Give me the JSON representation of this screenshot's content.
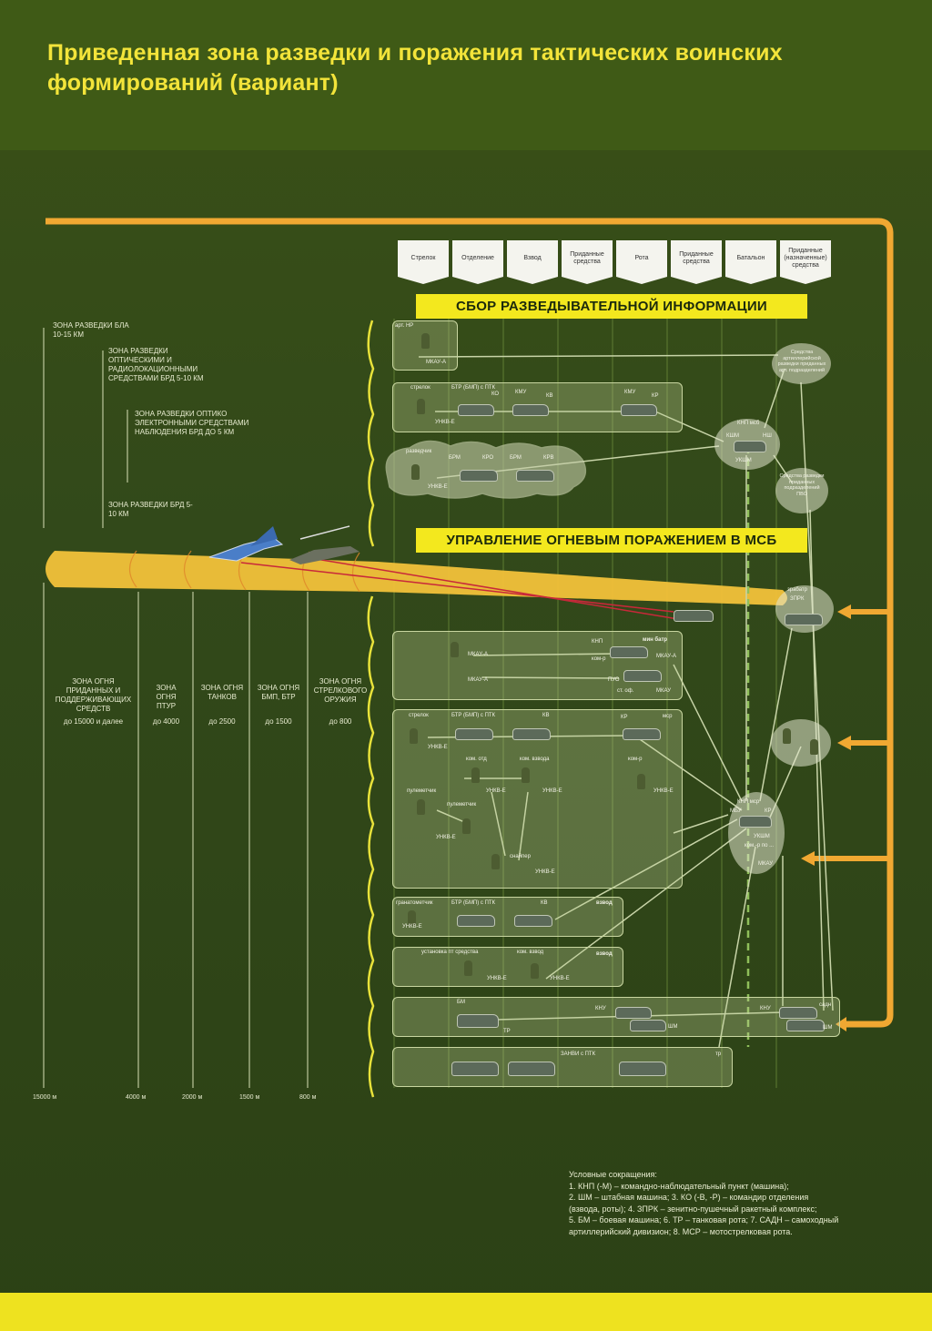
{
  "title": "Приведенная зона разведки и поражения тактических воинских формирований (вариант)",
  "column_headers": [
    "Стрелок",
    "Отделение",
    "Взвод",
    "Приданные средства",
    "Рота",
    "Приданные средства",
    "Батальон",
    "Приданные (назначенные) средства"
  ],
  "banners": {
    "recon": "СБОР РАЗВЕДЫВАТЕЛЬНОЙ ИНФОРМАЦИИ",
    "fire": "УПРАВЛЕНИЕ ОГНЕВЫМ ПОРАЖЕНИЕМ В МСБ"
  },
  "recon_zones": [
    {
      "title": "ЗОНА РАЗВЕДКИ БЛА 10-15 км"
    },
    {
      "title": "ЗОНА РАЗВЕДКИ ОПТИЧЕСКИМИ И РАДИОЛОКАЦИОННЫМИ СРЕДСТВАМИ БРД 5-10 км"
    },
    {
      "title": "ЗОНА РАЗВЕДКИ ОПТИКО ЭЛЕКТРОННЫМИ СРЕДСТВАМИ НАБЛЮДЕНИЯ БРД до 5 км"
    },
    {
      "title": "ЗОНА РАЗВЕДКИ БРД 5-10 км"
    }
  ],
  "fire_zones": [
    {
      "title": "ЗОНА ОГНЯ ПРИДАННЫХ И ПОДДЕРЖИВАЮЩИХ СРЕДСТВ",
      "range": "до 15000 и далее"
    },
    {
      "title": "ЗОНА ОГНЯ ПТУР",
      "range": "до 4000"
    },
    {
      "title": "ЗОНА ОГНЯ ТАНКОВ",
      "range": "до 2500"
    },
    {
      "title": "ЗОНА ОГНЯ БМП, БТР",
      "range": "до 1500"
    },
    {
      "title": "ЗОНА ОГНЯ СТРЕЛКОВОГО ОРУЖИЯ",
      "range": "до 800"
    }
  ],
  "distances": [
    "15000 м",
    "4000 м",
    "2000 м",
    "1500 м",
    "800 м"
  ],
  "labels": {
    "art_nr": "арт. НР",
    "mkau_a": "МКАУ-А",
    "strelok": "стрелок",
    "btr_ptk": "БТР (БМП) с ПТК",
    "ko": "КО",
    "kmu": "КМУ",
    "kv": "КВ",
    "kr": "КР",
    "unkv_e": "УНКВ-Е",
    "razvedchik": "разведчик",
    "brm": "БРМ",
    "kro": "КРО",
    "krv": "КРВ",
    "knp_msb": "КНП мсб",
    "kshm": "КШМ",
    "nsh": "НШ",
    "ukshm": "УКШМ",
    "art_recon": "Средства артиллерийской разведки приданных арт. подразделений",
    "pvo_recon": "Средства разведки приданных подразделений ПВО",
    "zrabatr": "зрабатр",
    "zprk": "ЗПРК",
    "knp": "КНП",
    "min_batr": "мин батр",
    "kom_r": "ком-р",
    "puo": "ПУО",
    "st_off": "ст. оф.",
    "mkau": "МКАУ",
    "msr": "мср",
    "kom_otd": "ком. отд",
    "kom_vzvoda": "ком. взвода",
    "pulemetchik": "пулеметчик",
    "granatometchik": "гранатометчик",
    "snayper": "снайпер",
    "knp_msr": "КНП мср",
    "mbu": "МБУ",
    "kom_r_po": "ком.-р по ...",
    "vzvod": "взвод",
    "ustanovka": "установка пт средства",
    "kom_vzvod": "ком. взвод",
    "sadn": "садн",
    "bm": "БМ",
    "tr": "ТР",
    "knu": "КНУ",
    "shm": "ШМ",
    "tank_ptk": "ЗАНВИ с ПТК",
    "tr2": "тр"
  },
  "legend": {
    "title": "Условные сокращения:",
    "lines": [
      "1. КНП (-М) – командно-наблюдательный пункт (машина);",
      "2. ШМ – штабная машина; 3. КО (-В, -Р) – командир отделения",
      "(взвода, роты); 4. ЗПРК – зенитно-пушечный ракетный комплекс;",
      "5. БМ – боевая машина; 6. ТР – танковая рота; 7. САДН – самоходный",
      "артиллерийский дивизион; 8. МСР – мотострелковая рота."
    ]
  },
  "colors": {
    "background": "#32491a",
    "accent_yellow": "#f3e81e",
    "orange": "#f0a832",
    "title": "#f3e43a"
  }
}
